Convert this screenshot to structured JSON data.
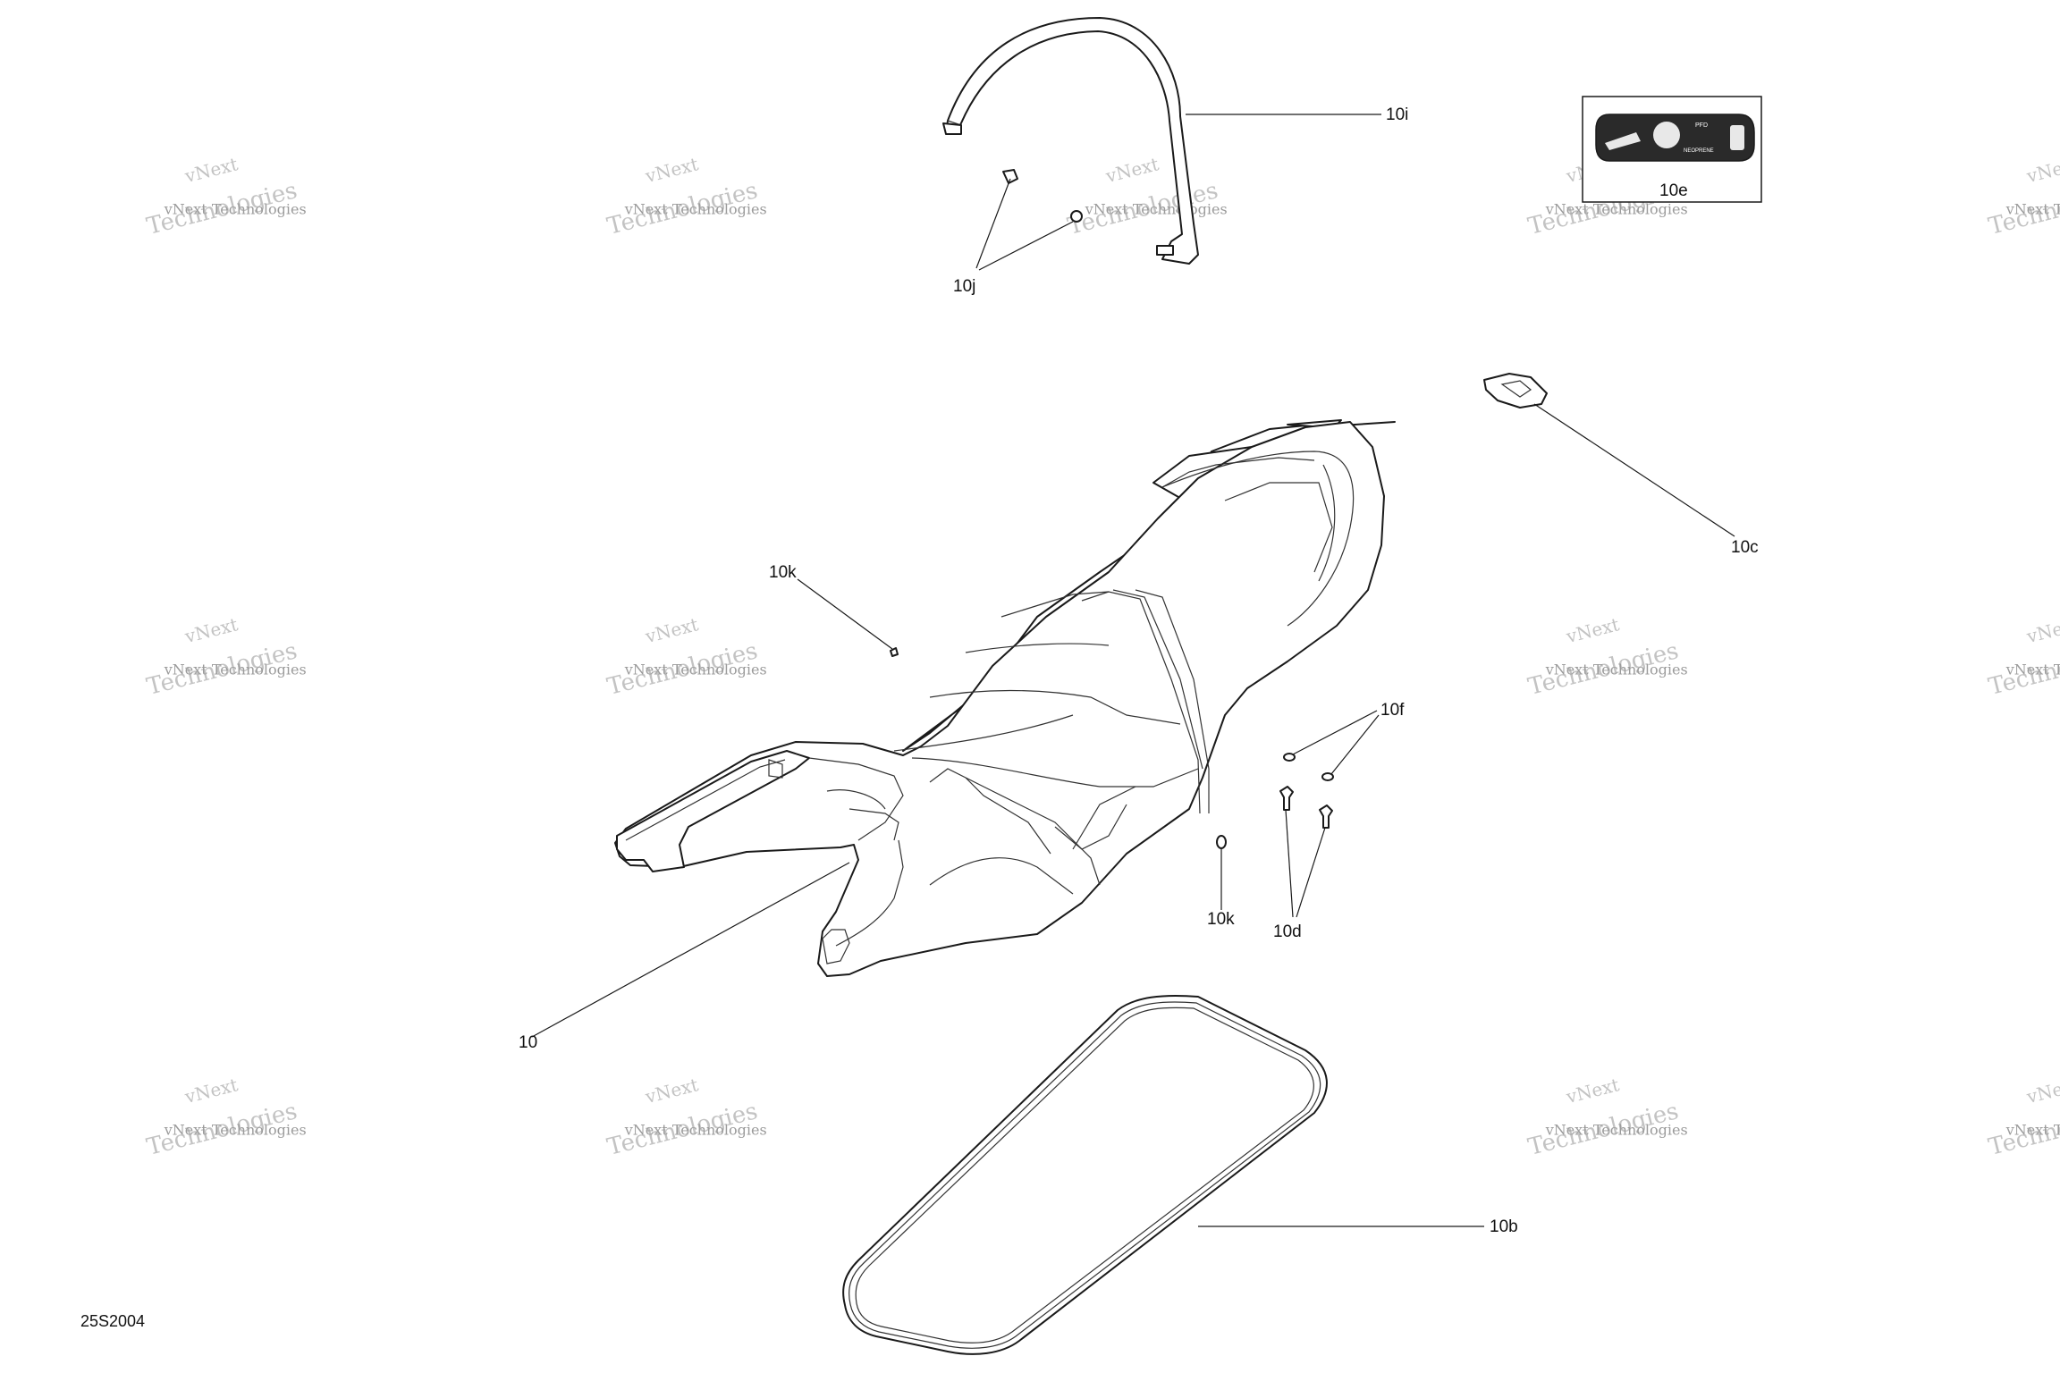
{
  "diagram_ref": "25S2004",
  "watermark": {
    "line1": "vNext",
    "line2": "Technologies",
    "line3": "vNext Technologies"
  },
  "callouts": {
    "c10i": "10i",
    "c10e": "10e",
    "c10j": "10j",
    "c10c": "10c",
    "c10k_top": "10k",
    "c10f": "10f",
    "c10k_bottom": "10k",
    "c10d": "10d",
    "c10": "10",
    "c10b": "10b"
  },
  "label_10e": {
    "pfd": "PFD",
    "neoprene": "NEOPRENE"
  },
  "colors": {
    "line": "#1a1a1a",
    "watermark": "#b9b9b9",
    "background": "#ffffff"
  }
}
